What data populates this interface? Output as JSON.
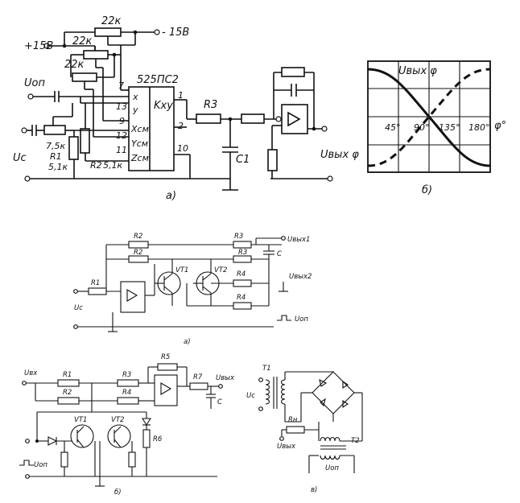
{
  "fig1": {
    "labels": {
      "r_top": "22к",
      "r_mid": "22к",
      "r_low": "22к",
      "plus15": "+15В",
      "minus15": "- 15В",
      "chip": "525ПС2",
      "kxy": "Kxy",
      "uop": "Uоп",
      "uc": "Uс",
      "r_75": "7,5к",
      "r1": "R1",
      "r1_val": "5,1к",
      "r2": "R2",
      "r2_val": "5,1к",
      "r3": "R3",
      "c1": "C1",
      "uout": "Uвых φ",
      "caption": "а)",
      "pin_x": "x",
      "pin_y": "y",
      "pin_xsm": "Xсм",
      "pin_ysm": "Yсм",
      "pin_zsm": "Zсм",
      "pin7": "7",
      "pin13": "13",
      "pin9": "9",
      "pin12": "12",
      "pin11": "11",
      "pin1": "1",
      "pin2": "2",
      "pin10": "10"
    }
  },
  "fig2": {
    "labels": {
      "uout": "Uвых φ",
      "deg45": "45°",
      "deg90": "90°",
      "deg135": "135°",
      "deg180": "180°",
      "phi": "φ°",
      "caption": "б)"
    }
  },
  "fig3": {
    "labels": {
      "r2a": "R2",
      "r2b": "R2",
      "r3a": "R3",
      "r3b": "R3",
      "r1": "R1",
      "r4a": "R4",
      "r4b": "R4",
      "vt1": "VT1",
      "vt2": "VT2",
      "c": "C",
      "uout1": "Uвых1",
      "uout2": "Uвых2",
      "uc": "Uс",
      "uop": "Uоп",
      "caption": "а)"
    }
  },
  "fig4": {
    "labels": {
      "uin": "Uвх",
      "r1": "R1",
      "r2": "R2",
      "r3": "R3",
      "r4": "R4",
      "r5": "R5",
      "r6": "R6",
      "r7": "R7",
      "vt1": "VT1",
      "vt2": "VT2",
      "c": "C",
      "uout": "Uвых",
      "uop": "Uоп",
      "caption": "б)"
    }
  },
  "fig5": {
    "labels": {
      "t1": "T1",
      "t2": "T2",
      "uc": "Uс",
      "rn": "Rн",
      "uout": "Uвых",
      "uop": "Uоп",
      "caption": "в)"
    }
  }
}
